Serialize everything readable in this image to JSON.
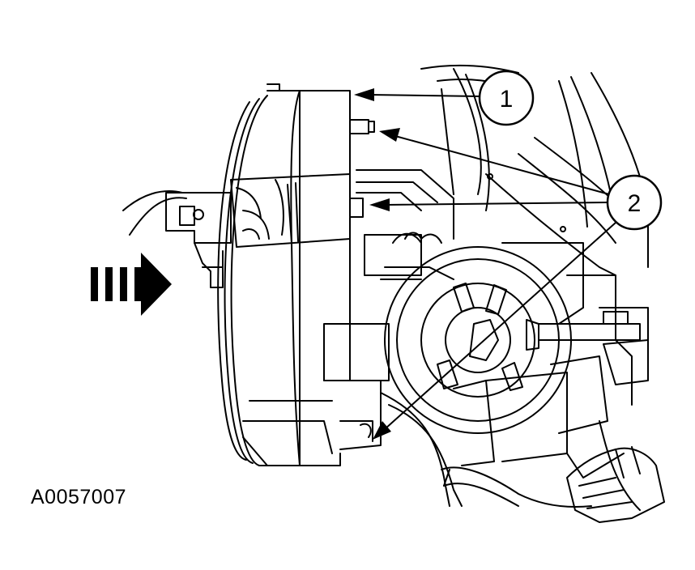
{
  "figure": {
    "id_label": "A0057007"
  },
  "callouts": [
    {
      "number": "1"
    },
    {
      "number": "2"
    }
  ],
  "colors": {
    "line": "#000000",
    "background": "#ffffff"
  }
}
